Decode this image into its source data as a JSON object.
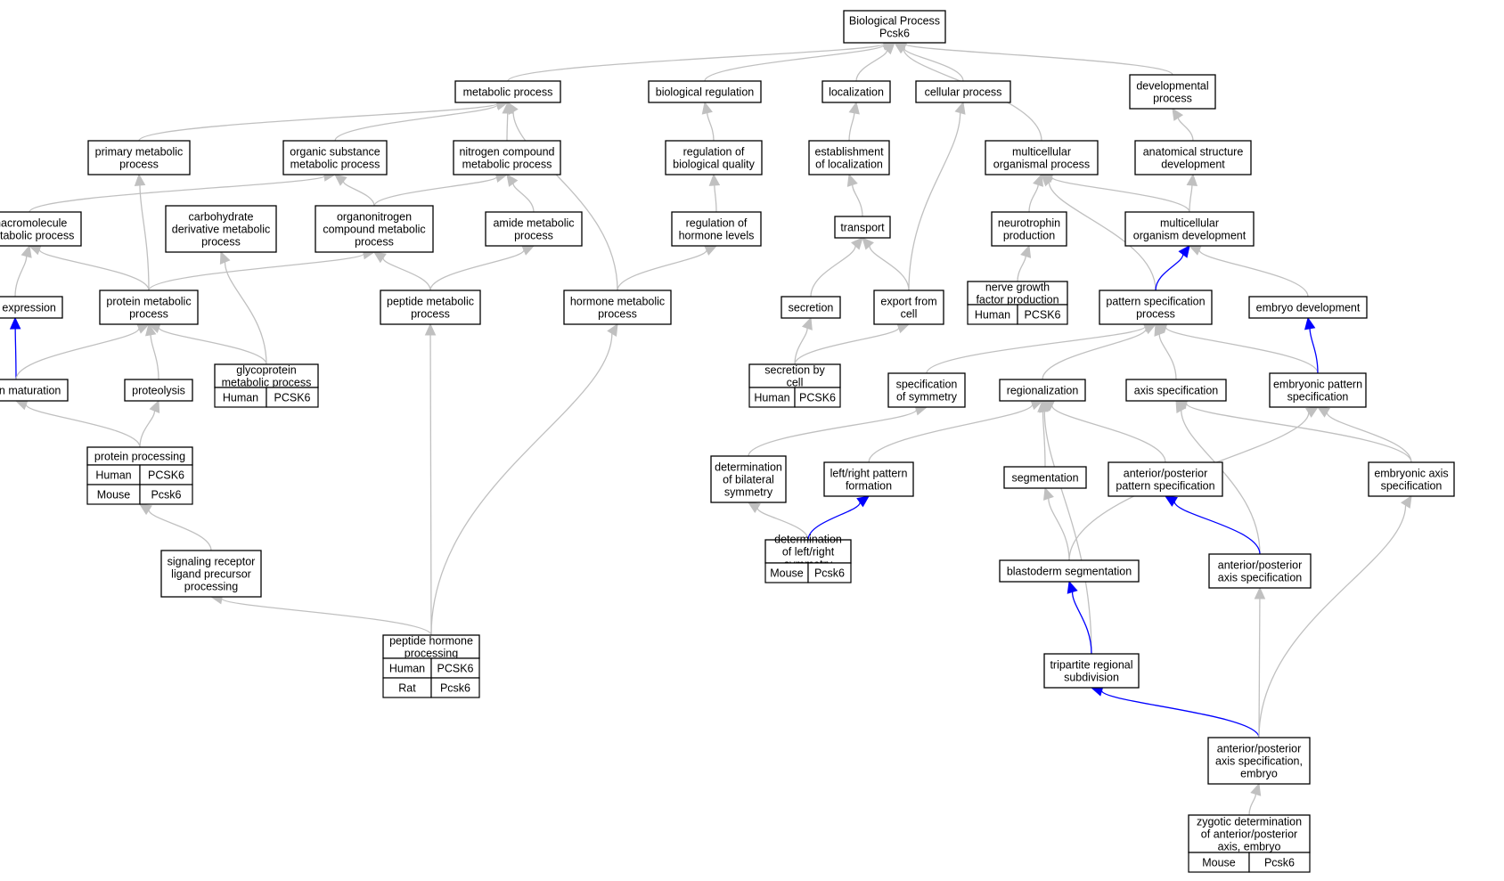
{
  "colors": {
    "edge_default": "#c0c0c0",
    "edge_highlight": "#0000ff",
    "Human": "#ff6347",
    "Mouse": "#add8e6",
    "Rat": "#ffd700"
  },
  "nodes": {
    "bp": [
      "Biological Process",
      "Pcsk6"
    ],
    "metabolic": [
      "metabolic process"
    ],
    "bioreg": [
      "biological regulation"
    ],
    "localization": [
      "localization"
    ],
    "cellular": [
      "cellular process"
    ],
    "developmental": [
      "developmental",
      "process"
    ],
    "primary": [
      "primary metabolic",
      "process"
    ],
    "organic": [
      "organic substance",
      "metabolic process"
    ],
    "nitrogen": [
      "nitrogen compound",
      "metabolic process"
    ],
    "regbioqual": [
      "regulation of",
      "biological quality"
    ],
    "estloc": [
      "establishment",
      "of localization"
    ],
    "multiorg": [
      "multicellular",
      "organismal process"
    ],
    "anatdev": [
      "anatomical structure",
      "development"
    ],
    "macromol": [
      "macromolecule",
      "metabolic process"
    ],
    "carbderiv": [
      "carbohydrate",
      "derivative metabolic",
      "process"
    ],
    "organonitro": [
      "organonitrogen",
      "compound metabolic",
      "process"
    ],
    "amide": [
      "amide metabolic",
      "process"
    ],
    "reghormone": [
      "regulation of",
      "hormone levels"
    ],
    "transport": [
      "transport"
    ],
    "neurotrophin": [
      "neurotrophin",
      "production"
    ],
    "multidev": [
      "multicellular",
      "organism development"
    ],
    "geneexpr": [
      "gene expression"
    ],
    "protmetab": [
      "protein metabolic",
      "process"
    ],
    "peptidemetab": [
      "peptide metabolic",
      "process"
    ],
    "hormonemetab": [
      "hormone metabolic",
      "process"
    ],
    "secretion": [
      "secretion"
    ],
    "export": [
      "export from",
      "cell"
    ],
    "ngf": [
      "nerve growth",
      "factor production"
    ],
    "patspec": [
      "pattern specification",
      "process"
    ],
    "embryodev": [
      "embryo development"
    ],
    "protmat": [
      "protein maturation"
    ],
    "proteolysis": [
      "proteolysis"
    ],
    "glyco": [
      "glycoprotein",
      "metabolic process"
    ],
    "secbycell": [
      "secretion by",
      "cell"
    ],
    "specsym": [
      "specification",
      "of symmetry"
    ],
    "regionalization": [
      "regionalization"
    ],
    "axisspec": [
      "axis specification"
    ],
    "embpat": [
      "embryonic pattern",
      "specification"
    ],
    "protproc": [
      "protein processing"
    ],
    "detbilat": [
      "determination",
      "of bilateral",
      "symmetry"
    ],
    "lrpattern": [
      "left/right pattern",
      "formation"
    ],
    "segmentation": [
      "segmentation"
    ],
    "appattern": [
      "anterior/posterior",
      "pattern specification"
    ],
    "embaxis": [
      "embryonic axis",
      "specification"
    ],
    "sigrec": [
      "signaling receptor",
      "ligand precursor",
      "processing"
    ],
    "detlr": [
      "determination",
      "of left/right",
      "symmetry"
    ],
    "blastoderm": [
      "blastoderm segmentation"
    ],
    "apaxis": [
      "anterior/posterior",
      "axis specification"
    ],
    "pephormone": [
      "peptide hormone",
      "processing"
    ],
    "tripartite": [
      "tripartite regional",
      "subdivision"
    ],
    "apembryo": [
      "anterior/posterior",
      "axis specification,",
      "embryo"
    ],
    "zygotic": [
      "zygotic determination",
      "of anterior/posterior",
      "axis, embryo"
    ]
  },
  "annotations": {
    "ngf": [
      [
        "Human",
        "PCSK6"
      ]
    ],
    "glyco": [
      [
        "Human",
        "PCSK6"
      ]
    ],
    "secbycell": [
      [
        "Human",
        "PCSK6"
      ]
    ],
    "protproc": [
      [
        "Human",
        "PCSK6"
      ],
      [
        "Mouse",
        "Pcsk6"
      ]
    ],
    "detlr": [
      [
        "Mouse",
        "Pcsk6"
      ]
    ],
    "pephormone": [
      [
        "Human",
        "PCSK6"
      ],
      [
        "Rat",
        "Pcsk6"
      ]
    ],
    "zygotic": [
      [
        "Mouse",
        "Pcsk6"
      ]
    ]
  },
  "edges": [
    [
      "metabolic",
      "bp",
      "gray"
    ],
    [
      "bioreg",
      "bp",
      "gray"
    ],
    [
      "localization",
      "bp",
      "gray"
    ],
    [
      "cellular",
      "bp",
      "gray"
    ],
    [
      "developmental",
      "bp",
      "gray"
    ],
    [
      "multiorg",
      "bp",
      "gray"
    ],
    [
      "primary",
      "metabolic",
      "gray"
    ],
    [
      "organic",
      "metabolic",
      "gray"
    ],
    [
      "nitrogen",
      "metabolic",
      "gray"
    ],
    [
      "hormonemetab",
      "metabolic",
      "gray"
    ],
    [
      "regbioqual",
      "bioreg",
      "gray"
    ],
    [
      "estloc",
      "localization",
      "gray"
    ],
    [
      "export",
      "cellular",
      "gray"
    ],
    [
      "anatdev",
      "developmental",
      "gray"
    ],
    [
      "macromol",
      "organic",
      "gray"
    ],
    [
      "organonitro",
      "organic",
      "gray"
    ],
    [
      "organonitro",
      "nitrogen",
      "gray"
    ],
    [
      "amide",
      "nitrogen",
      "gray"
    ],
    [
      "reghormone",
      "regbioqual",
      "gray"
    ],
    [
      "transport",
      "estloc",
      "gray"
    ],
    [
      "multidev",
      "anatdev",
      "gray"
    ],
    [
      "multidev",
      "multiorg",
      "gray"
    ],
    [
      "neurotrophin",
      "multiorg",
      "gray"
    ],
    [
      "patspec",
      "multiorg",
      "gray"
    ],
    [
      "protmetab",
      "primary",
      "gray"
    ],
    [
      "protmetab",
      "macromol",
      "gray"
    ],
    [
      "protmetab",
      "organonitro",
      "gray"
    ],
    [
      "geneexpr",
      "macromol",
      "gray"
    ],
    [
      "glyco",
      "carbderiv",
      "gray"
    ],
    [
      "peptidemetab",
      "organonitro",
      "gray"
    ],
    [
      "peptidemetab",
      "amide",
      "gray"
    ],
    [
      "hormonemetab",
      "reghormone",
      "gray"
    ],
    [
      "secretion",
      "transport",
      "gray"
    ],
    [
      "export",
      "transport",
      "gray"
    ],
    [
      "ngf",
      "neurotrophin",
      "gray"
    ],
    [
      "patspec",
      "multidev",
      "blue"
    ],
    [
      "embryodev",
      "multidev",
      "gray"
    ],
    [
      "protmat",
      "geneexpr",
      "blue"
    ],
    [
      "protmat",
      "protmetab",
      "gray"
    ],
    [
      "proteolysis",
      "protmetab",
      "gray"
    ],
    [
      "glyco",
      "protmetab",
      "gray"
    ],
    [
      "secbycell",
      "secretion",
      "gray"
    ],
    [
      "secbycell",
      "export",
      "gray"
    ],
    [
      "specsym",
      "patspec",
      "gray"
    ],
    [
      "regionalization",
      "patspec",
      "gray"
    ],
    [
      "axisspec",
      "patspec",
      "gray"
    ],
    [
      "embpat",
      "patspec",
      "gray"
    ],
    [
      "embpat",
      "embryodev",
      "blue"
    ],
    [
      "protproc",
      "protmat",
      "gray"
    ],
    [
      "protproc",
      "proteolysis",
      "gray"
    ],
    [
      "detbilat",
      "specsym",
      "gray"
    ],
    [
      "lrpattern",
      "regionalization",
      "gray"
    ],
    [
      "segmentation",
      "regionalization",
      "gray"
    ],
    [
      "appattern",
      "regionalization",
      "gray"
    ],
    [
      "tripartite",
      "regionalization",
      "gray"
    ],
    [
      "embaxis",
      "axisspec",
      "gray"
    ],
    [
      "apaxis",
      "axisspec",
      "gray"
    ],
    [
      "embaxis",
      "embpat",
      "gray"
    ],
    [
      "blastoderm",
      "embpat",
      "gray"
    ],
    [
      "sigrec",
      "protproc",
      "gray"
    ],
    [
      "detlr",
      "detbilat",
      "gray"
    ],
    [
      "detlr",
      "lrpattern",
      "blue"
    ],
    [
      "blastoderm",
      "segmentation",
      "gray"
    ],
    [
      "apaxis",
      "appattern",
      "blue"
    ],
    [
      "pephormone",
      "sigrec",
      "gray"
    ],
    [
      "pephormone",
      "peptidemetab",
      "gray"
    ],
    [
      "pephormone",
      "hormonemetab",
      "gray"
    ],
    [
      "tripartite",
      "blastoderm",
      "blue"
    ],
    [
      "apembryo",
      "tripartite",
      "blue"
    ],
    [
      "apembryo",
      "apaxis",
      "gray"
    ],
    [
      "apembryo",
      "embaxis",
      "gray"
    ],
    [
      "zygotic",
      "apembryo",
      "gray"
    ]
  ]
}
